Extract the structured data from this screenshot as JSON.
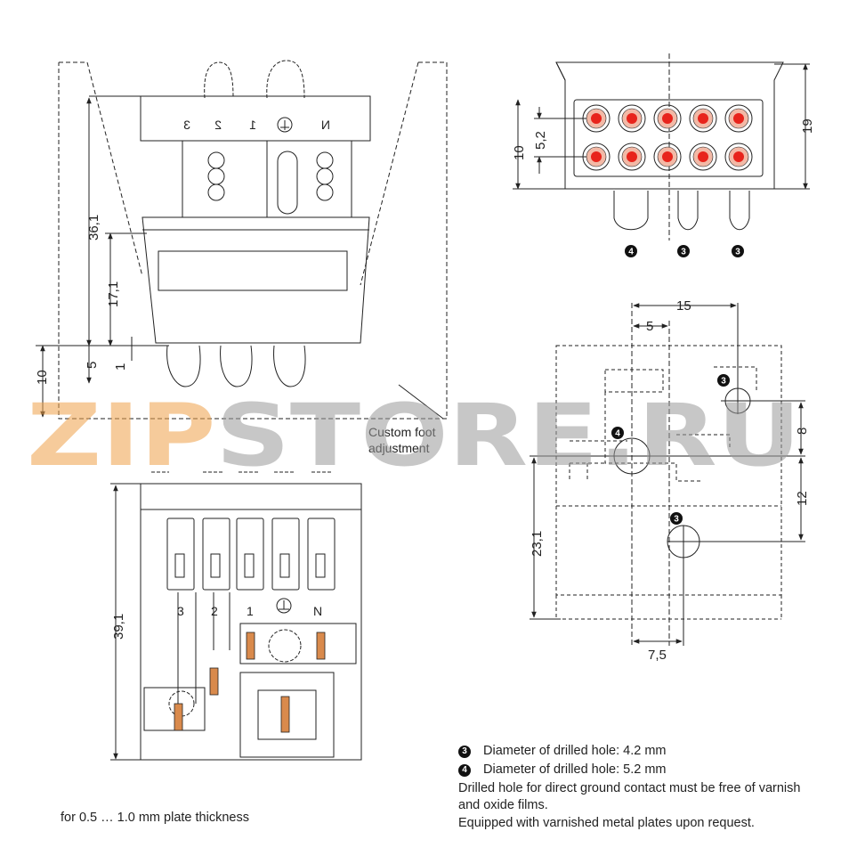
{
  "dimensions": {
    "side_overall_height": "36,1",
    "side_body_height": "17,1",
    "side_foot_offset": "5",
    "side_foot_small": "1",
    "side_foot_total": "10",
    "top_height": "19",
    "top_row_height": "10",
    "top_pin_pitch": "5,2",
    "cutout_width": "15",
    "cutout_offset": "5",
    "cutout_right_height": "8",
    "cutout_lower_gap": "12",
    "cutout_left_height": "23,1",
    "cutout_bottom_width": "7,5",
    "bottom_height": "39,1"
  },
  "terminal_labels": [
    "3",
    "2",
    "1",
    "N"
  ],
  "callouts": {
    "hole_3": "3",
    "hole_4": "4"
  },
  "custom_foot": {
    "line1": "Custom foot",
    "line2": "adjustment"
  },
  "watermark": "ZIPSTORE.RU",
  "notes": {
    "hole_3": "Diameter of drilled hole: 4.2 mm",
    "hole_4": "Diameter of drilled hole: 5.2 mm",
    "ground": "Drilled hole for direct ground contact must be free of varnish and oxide films.",
    "plates": "Equipped with varnished metal plates upon request.",
    "plate_thickness": "for 0.5 … 1.0 mm plate thickness"
  },
  "colors": {
    "line": "#222222",
    "pin_red": "#e8241c",
    "pin_ring": "#f3b9a6",
    "contact": "#d98a4c",
    "watermark_orange": "#f0a24a",
    "watermark_gray": "#9a9a9a"
  }
}
